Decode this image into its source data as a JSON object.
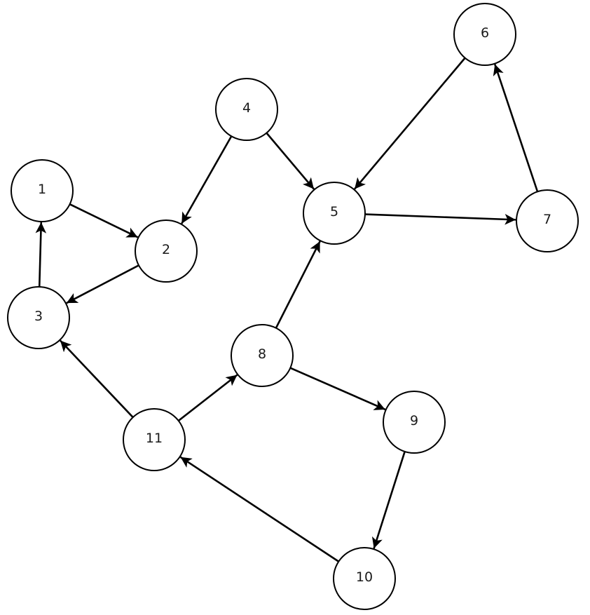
{
  "diagram": {
    "nodes": [
      {
        "id": "1",
        "label": "1"
      },
      {
        "id": "2",
        "label": "2"
      },
      {
        "id": "3",
        "label": "3"
      },
      {
        "id": "4",
        "label": "4"
      },
      {
        "id": "5",
        "label": "5"
      },
      {
        "id": "6",
        "label": "6"
      },
      {
        "id": "7",
        "label": "7"
      },
      {
        "id": "8",
        "label": "8"
      },
      {
        "id": "9",
        "label": "9"
      },
      {
        "id": "10",
        "label": "10"
      },
      {
        "id": "11",
        "label": "11"
      }
    ],
    "edges": [
      {
        "from": "1",
        "to": "2"
      },
      {
        "from": "2",
        "to": "3"
      },
      {
        "from": "3",
        "to": "1"
      },
      {
        "from": "4",
        "to": "2"
      },
      {
        "from": "4",
        "to": "5"
      },
      {
        "from": "6",
        "to": "5"
      },
      {
        "from": "5",
        "to": "7"
      },
      {
        "from": "7",
        "to": "6"
      },
      {
        "from": "8",
        "to": "5"
      },
      {
        "from": "8",
        "to": "9"
      },
      {
        "from": "9",
        "to": "10"
      },
      {
        "from": "10",
        "to": "11"
      },
      {
        "from": "11",
        "to": "3"
      },
      {
        "from": "11",
        "to": "8"
      }
    ],
    "colors": {
      "stroke": "#000000",
      "node_fill": "#ffffff",
      "label": "#1a1a1a",
      "background": "#ffffff"
    }
  }
}
